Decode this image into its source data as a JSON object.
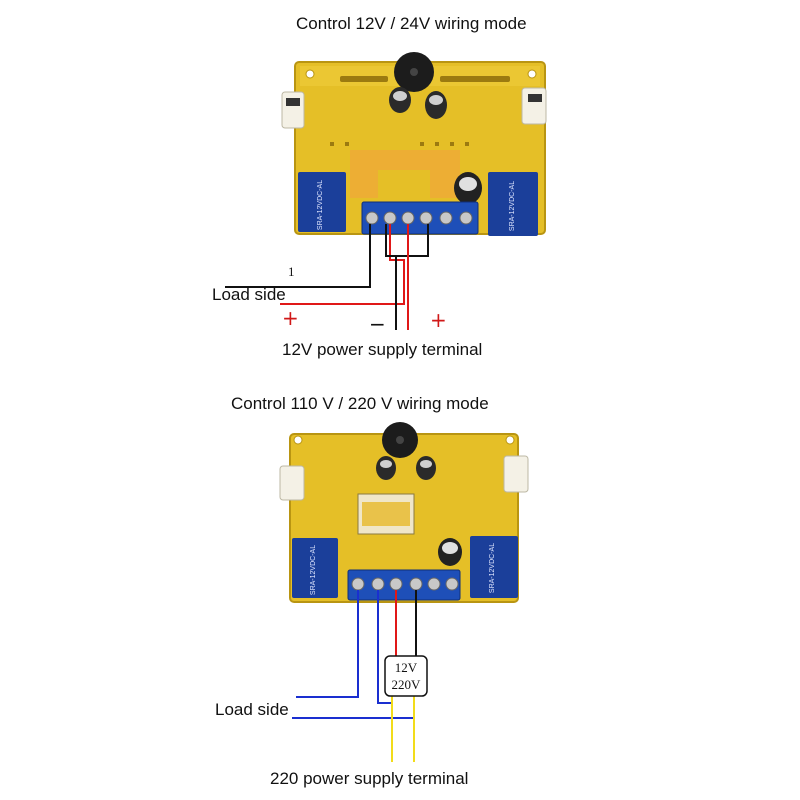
{
  "top": {
    "title": "Control 12V / 24V wiring mode",
    "wire_number": "1",
    "load_label": "Load side",
    "plus_left": "+",
    "minus": "−",
    "plus_right": "+",
    "supply_label": "12V power supply terminal"
  },
  "bottom": {
    "title": "Control 110 V / 220 V wiring mode",
    "converter_top": "12V",
    "converter_bottom": "220V",
    "load_label": "Load side",
    "supply_label": "220 power supply terminal"
  },
  "colors": {
    "board": "#e8c22a",
    "terminal": "#1e4fb8",
    "relay": "#1b3f9a",
    "wire_red": "#e01818",
    "wire_black": "#111111",
    "wire_blue": "#1a2fd0",
    "wire_yellow": "#f2dc1a"
  }
}
